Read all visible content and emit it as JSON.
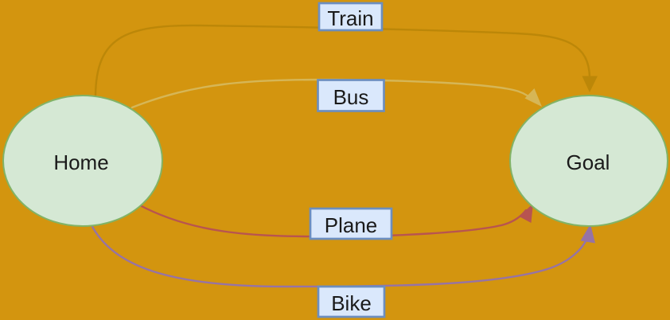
{
  "diagram": {
    "canvas": {
      "background_color": "#D3950F"
    },
    "nodes": [
      {
        "id": "home",
        "label": "Home",
        "fill": "#D5E8D4",
        "stroke": "#82B366",
        "text_color": "#1A1A1A"
      },
      {
        "id": "goal",
        "label": "Goal",
        "fill": "#D5E8D4",
        "stroke": "#82B366",
        "text_color": "#1A1A1A"
      }
    ],
    "edges": [
      {
        "id": "train",
        "label": "Train",
        "color": "#BC8708",
        "from": "Home",
        "to": "Goal"
      },
      {
        "id": "bus",
        "label": "Bus",
        "color": "#D6B656",
        "from": "Home",
        "to": "Goal"
      },
      {
        "id": "plane",
        "label": "Plane",
        "color": "#B85450",
        "from": "Home",
        "to": "Goal"
      },
      {
        "id": "bike",
        "label": "Bike",
        "color": "#9673A6",
        "from": "Home",
        "to": "Goal"
      }
    ],
    "label_box": {
      "fill": "#DAE8FC",
      "stroke": "#6C8EBF",
      "text_color": "#1A1A1A"
    }
  }
}
